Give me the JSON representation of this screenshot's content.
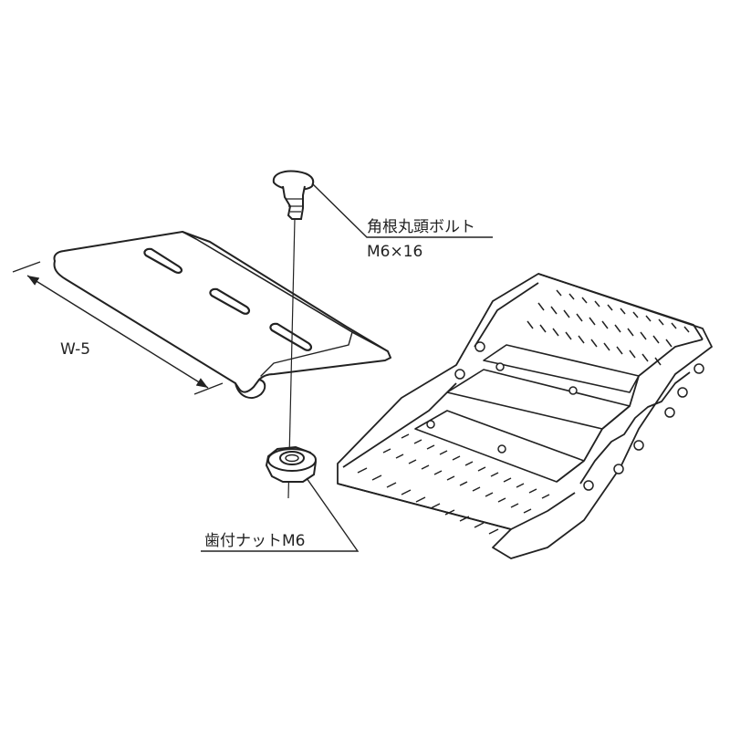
{
  "labels": {
    "bolt_name": "角根丸頭ボルト",
    "bolt_size": "M6×16",
    "nut": "歯付ナットM6",
    "width": "W-5"
  },
  "colors": {
    "line": "#222222",
    "background": "#ffffff"
  }
}
